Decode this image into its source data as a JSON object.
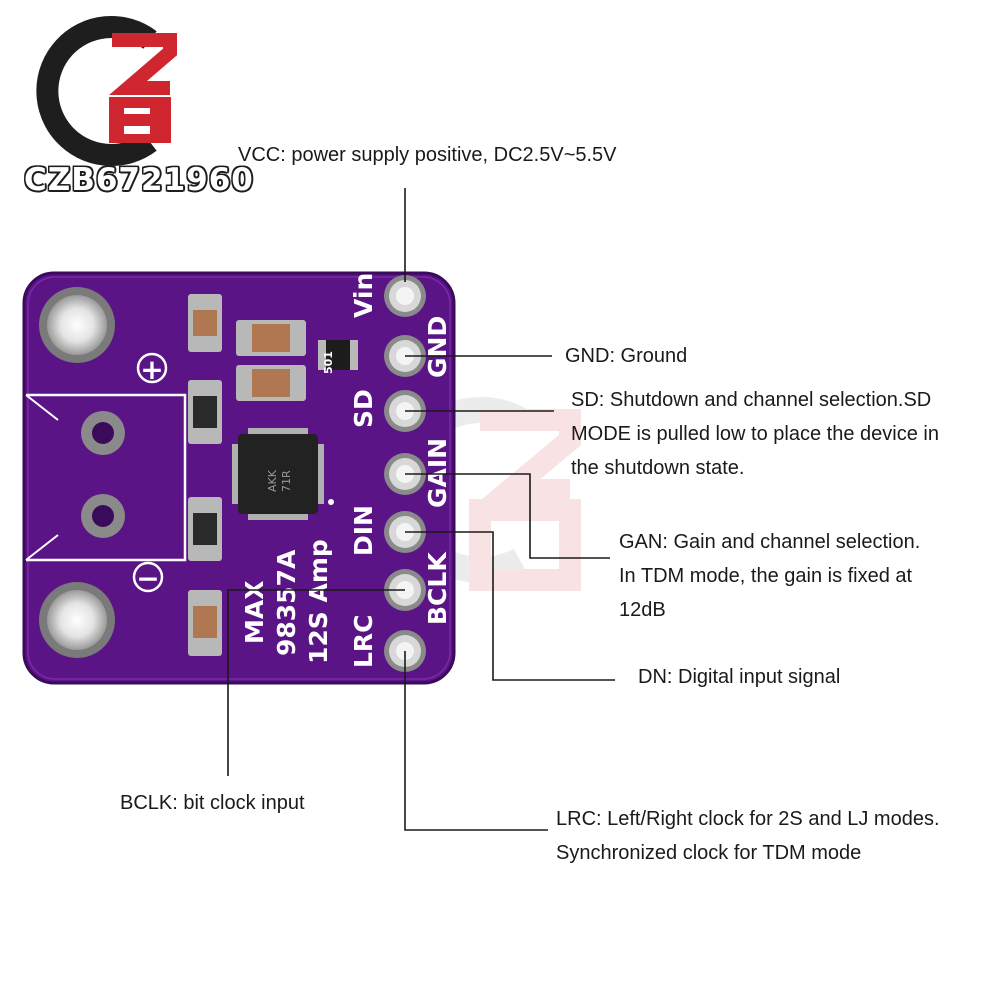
{
  "brand": {
    "logo_mark_text": "CZB",
    "name": "CZB6721960",
    "colors": {
      "dark": "#1e1e1e",
      "red": "#d0262f"
    }
  },
  "board": {
    "color": "#5a1486",
    "silkscreen": {
      "chip_name_line1": "MAX",
      "chip_name_line2": "98357A",
      "chip_name_line3": "12S Amp",
      "plus_symbol": "+",
      "minus_symbol": "−",
      "resistor_code": "501",
      "ic_marking_line1": "AKK",
      "ic_marking_line2": "71R"
    },
    "pins": [
      "Vin",
      "GND",
      "SD",
      "GAIN",
      "DIN",
      "BCLK",
      "LRC"
    ]
  },
  "annotations": {
    "vcc": {
      "lines": [
        "VCC: power supply positive, DC2.5V~5.5V"
      ]
    },
    "gnd": {
      "lines": [
        "GND: Ground"
      ]
    },
    "sd": {
      "lines": [
        "SD: Shutdown and channel selection.SD",
        "MODE is pulled low to place the device in",
        "the shutdown state."
      ]
    },
    "gain": {
      "lines": [
        "GAN: Gain and channel selection.",
        "In TDM mode, the gain is fixed at",
        "12dB"
      ]
    },
    "din": {
      "lines": [
        "DN: Digital input signal"
      ]
    },
    "bclk": {
      "lines": [
        "BCLK: bit clock input"
      ]
    },
    "lrc": {
      "lines": [
        "LRC: Left/Right clock for 2S and LJ modes.",
        "Synchronized clock for TDM mode"
      ]
    }
  }
}
